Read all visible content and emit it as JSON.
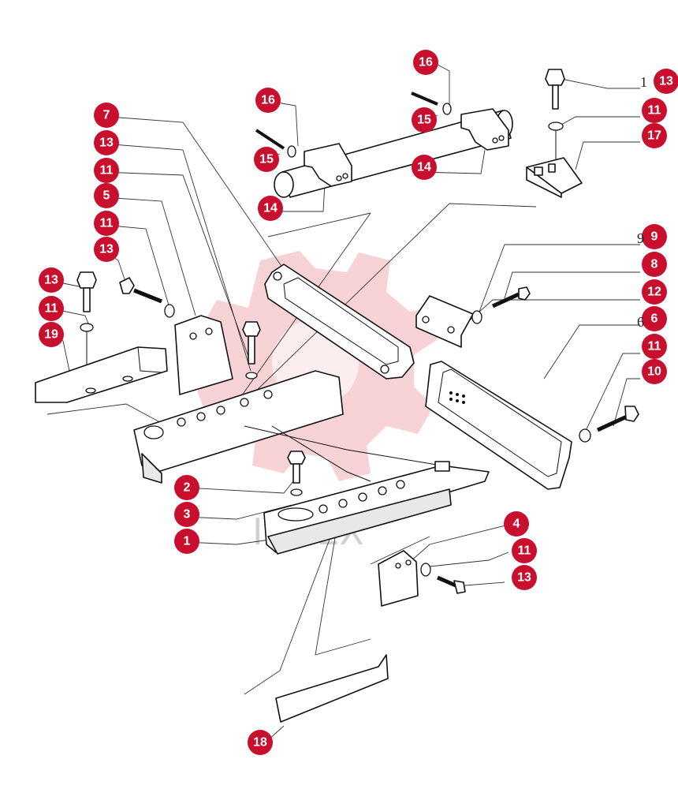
{
  "colors": {
    "callout": "#c8102e",
    "line": "#111111",
    "watermark": "#e0383e"
  },
  "watermark": {
    "text": "IMTEX"
  },
  "callouts": [
    {
      "id": "c-13-top",
      "label": "13"
    },
    {
      "id": "c-16-a",
      "label": "16"
    },
    {
      "id": "c-11-a",
      "label": "11"
    },
    {
      "id": "c-16-b",
      "label": "16"
    },
    {
      "id": "c-15-a",
      "label": "15"
    },
    {
      "id": "c-7",
      "label": "7"
    },
    {
      "id": "c-15-b",
      "label": "15"
    },
    {
      "id": "c-17",
      "label": "17"
    },
    {
      "id": "c-13-b",
      "label": "13"
    },
    {
      "id": "c-11-b",
      "label": "11"
    },
    {
      "id": "c-14-a",
      "label": "14"
    },
    {
      "id": "c-5",
      "label": "5"
    },
    {
      "id": "c-14-b",
      "label": "14"
    },
    {
      "id": "c-11-c",
      "label": "11"
    },
    {
      "id": "c-9",
      "label": "9"
    },
    {
      "id": "c-13-c",
      "label": "13"
    },
    {
      "id": "c-8",
      "label": "8"
    },
    {
      "id": "c-13-d",
      "label": "13"
    },
    {
      "id": "c-12",
      "label": "12"
    },
    {
      "id": "c-11-d",
      "label": "11"
    },
    {
      "id": "c-6",
      "label": "6"
    },
    {
      "id": "c-19",
      "label": "19"
    },
    {
      "id": "c-11-e",
      "label": "11"
    },
    {
      "id": "c-10",
      "label": "10"
    },
    {
      "id": "c-2",
      "label": "2"
    },
    {
      "id": "c-3",
      "label": "3"
    },
    {
      "id": "c-4",
      "label": "4"
    },
    {
      "id": "c-1",
      "label": "1"
    },
    {
      "id": "c-11-f",
      "label": "11"
    },
    {
      "id": "c-13-e",
      "label": "13"
    },
    {
      "id": "c-18",
      "label": "18"
    }
  ],
  "stray_labels": [
    {
      "id": "s-1",
      "label": "1"
    },
    {
      "id": "s-9",
      "label": "9"
    },
    {
      "id": "s-6",
      "label": "6"
    }
  ]
}
